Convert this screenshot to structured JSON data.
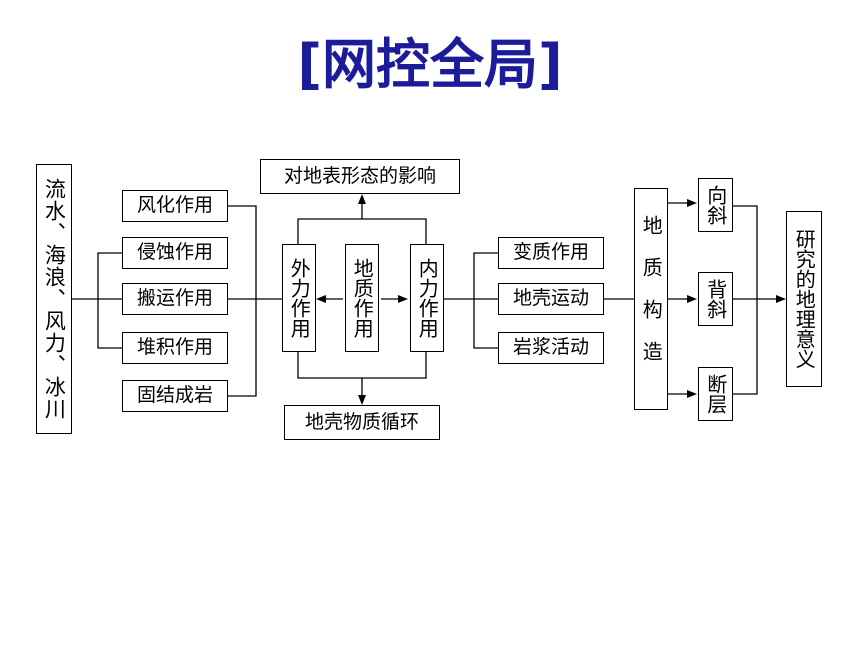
{
  "title": "[网控全局]",
  "left_agents": "流水、海浪、风力、冰川",
  "exogenic_steps": [
    "风化作用",
    "侵蚀作用",
    "搬运作用",
    "堆积作用",
    "固结成岩"
  ],
  "exogenic": "外力作用",
  "geologic": "地质作用",
  "endogenic": "内力作用",
  "top_effect": "对地表形态的影响",
  "bottom_effect": "地壳物质循环",
  "endogenic_types": [
    "变质作用",
    "地壳运动",
    "岩浆活动"
  ],
  "structure": "地质构造",
  "structure_types": [
    "向斜",
    "背斜",
    "断层"
  ],
  "significance": "研究的地理意义"
}
